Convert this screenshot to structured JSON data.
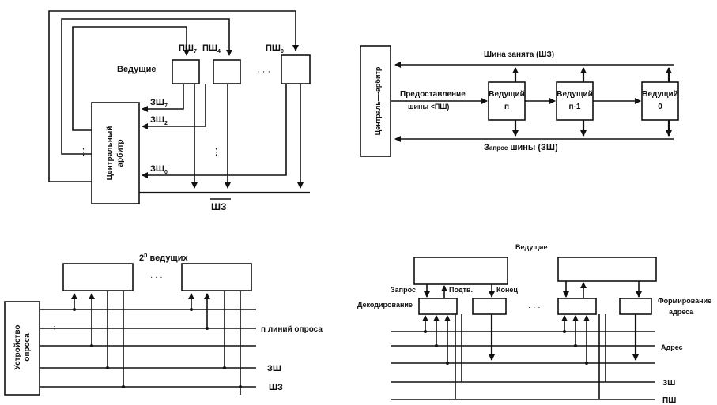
{
  "diagram1": {
    "pw_labels": [
      "ПШ",
      "ПШ",
      "ПШ"
    ],
    "pw_subs": [
      "7",
      "4",
      "0"
    ],
    "masters_label": "Ведущие",
    "zw_labels": [
      "ЗШ",
      "ЗШ",
      "ЗШ"
    ],
    "zw_subs": [
      "7",
      "2",
      "0"
    ],
    "arbiter_label_1": "Центральный",
    "arbiter_label_2": "арбитр",
    "ellipsis": "· · ·",
    "busy_line_label": "ШЗ"
  },
  "diagram2": {
    "arbiter_label": "Централь—-арбитр",
    "busy_bus_label": "Шина занята (ШЗ)",
    "grant_label_1": "Предоставление",
    "grant_label_2": "шины <ПШ)",
    "master_name": "Ведущий",
    "master_numbers": [
      "п",
      "п-1",
      "0"
    ],
    "request_label_prefix": "З",
    "request_label_mid": "апрос",
    "request_label_suffix": "шины (ЗШ)"
  },
  "diagram3": {
    "masters_count_label_base": "2",
    "masters_count_label_sup": "n",
    "masters_count_label_rest": " ведущих",
    "poller_label_1": "Устройство",
    "poller_label_2": "опроса",
    "poll_lines_label": "п линий опроса",
    "request_label": "ЗШ",
    "busy_label": "ШЗ",
    "ellipsis": "· · ·"
  },
  "diagram4": {
    "masters_label": "Ведущие",
    "request_label": "Запрос",
    "ack_label": "Подтв.",
    "end_label": "Конец",
    "decode_label": "Декодирование",
    "address_form_label_1": "Формирование",
    "address_form_label_2": "адреса",
    "address_label": "Адрес",
    "request_line_label": "ЗШ",
    "grant_line_label": "ПШ",
    "ellipsis": "· · ·"
  }
}
